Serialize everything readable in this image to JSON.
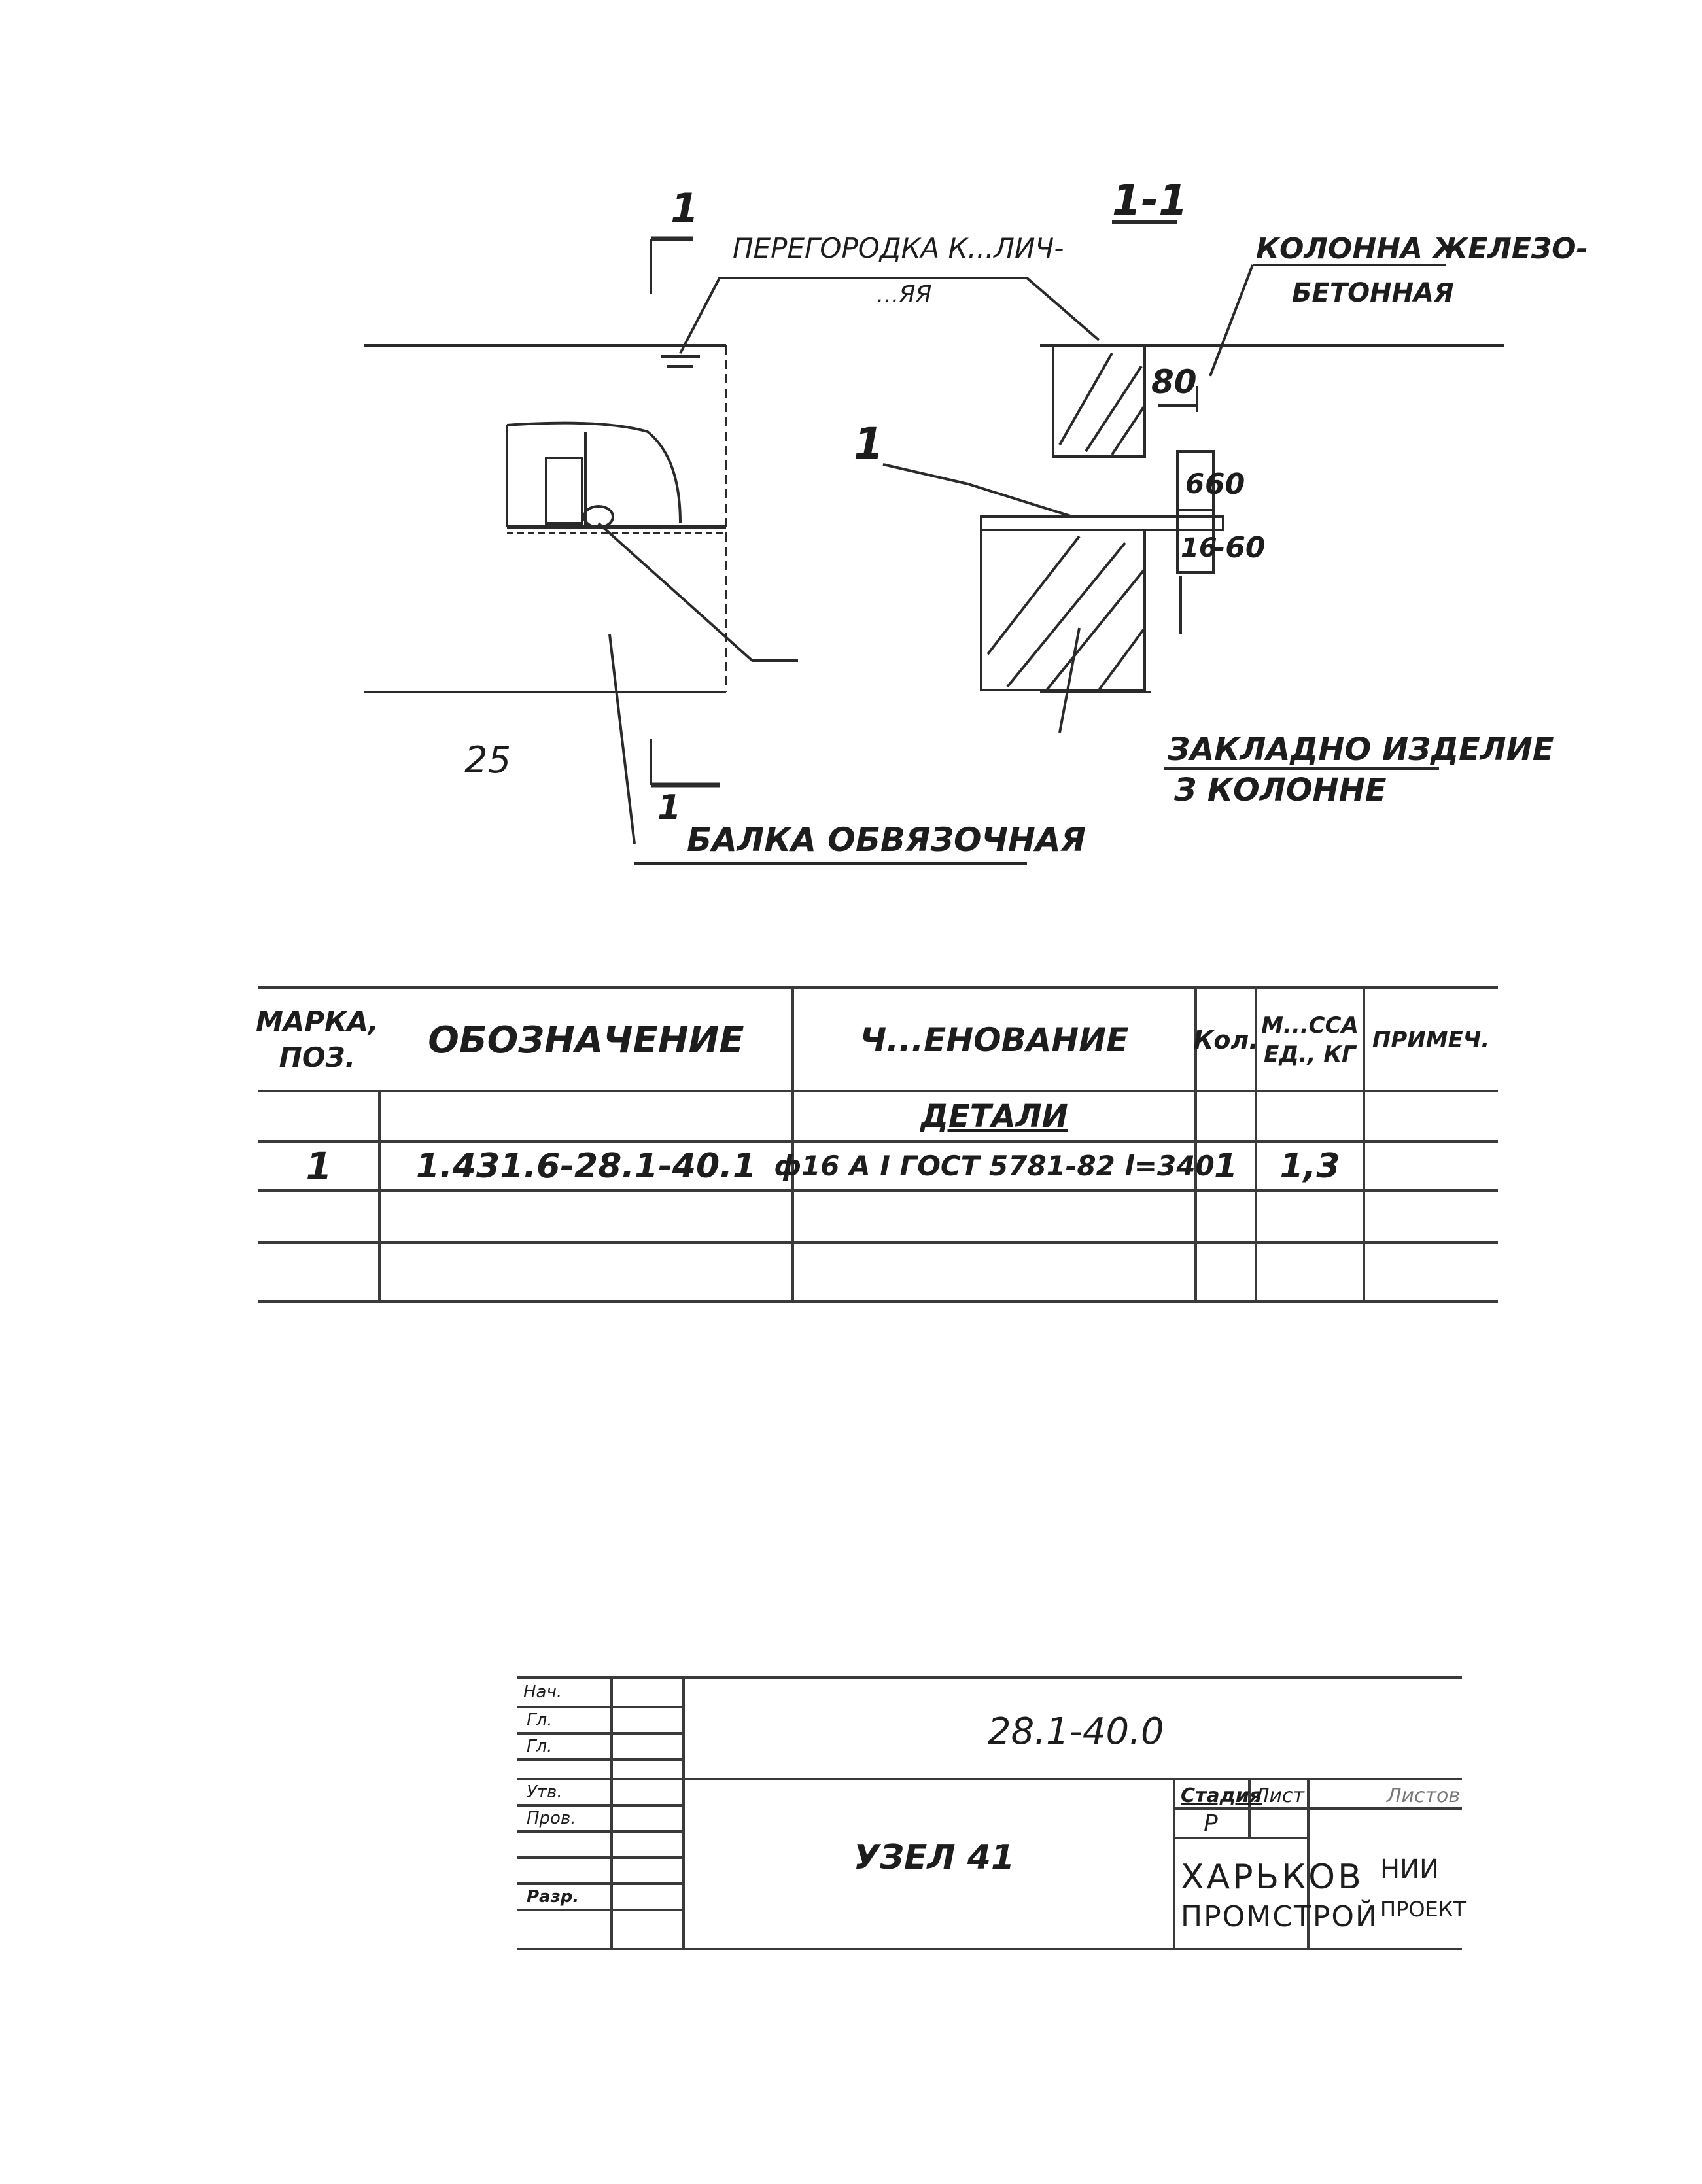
{
  "drawing": {
    "section_mark_top": "1",
    "section_mark_bottom": "1",
    "section_title": "1-1",
    "partition_label_line1": "ПЕРЕГОРОДКА",
    "partition_label_cont": "К...ЛИЧ-",
    "partition_label_line2": "...ЯЯ",
    "column_label_line1": "КОЛОННА ЖЕЛЕЗО-",
    "column_label_line2": "БЕТОННАЯ",
    "dim_80": "80",
    "dim_60_top": "60",
    "dim_60_bottom": "-60",
    "sub_6": "6",
    "sub_16": "16",
    "pos_1": "1",
    "dim_25": "25",
    "embedded_line1": "ЗАКЛАДНО ИЗДЕЛИЕ",
    "embedded_line2": "З КОЛОННЕ",
    "beam_label": "БАЛКА ОБВЯЗОЧНАЯ"
  },
  "spec_table": {
    "headers": {
      "mark": "МАРКА, ПОЗ.",
      "designation": "ОБОЗНАЧЕНИЕ",
      "name": "Ч...ЕНОВАНИЕ",
      "qty": "Кол.",
      "mass": "М...ССА ЕД., КГ",
      "note": "ПРИМЕЧ."
    },
    "section_title": "ДЕТАЛИ",
    "rows": [
      {
        "mark": "1",
        "designation": "1.431.6-28.1-40.1",
        "name": "ф16 А I ГОСТ 5781-82 l=340",
        "qty": "1",
        "mass": "1,3",
        "note": ""
      }
    ]
  },
  "title_block": {
    "sign_labels": [
      "Нач.",
      "Гл.",
      "Гл.",
      "Утв.",
      "Пров.",
      "Разр."
    ],
    "doc_code": "28.1-40.0",
    "sheet_label": "УЗЕЛ 41",
    "stage_header": "Стадия",
    "sheet_header": "Лист",
    "sheets_header": "Листов",
    "stage": "Р",
    "org_line1": "ХАРЬКОВ",
    "org_line2": "ПРОМСТРОЙ",
    "org_line3": "НИИ",
    "org_line4": "ПРОЕКТ"
  }
}
